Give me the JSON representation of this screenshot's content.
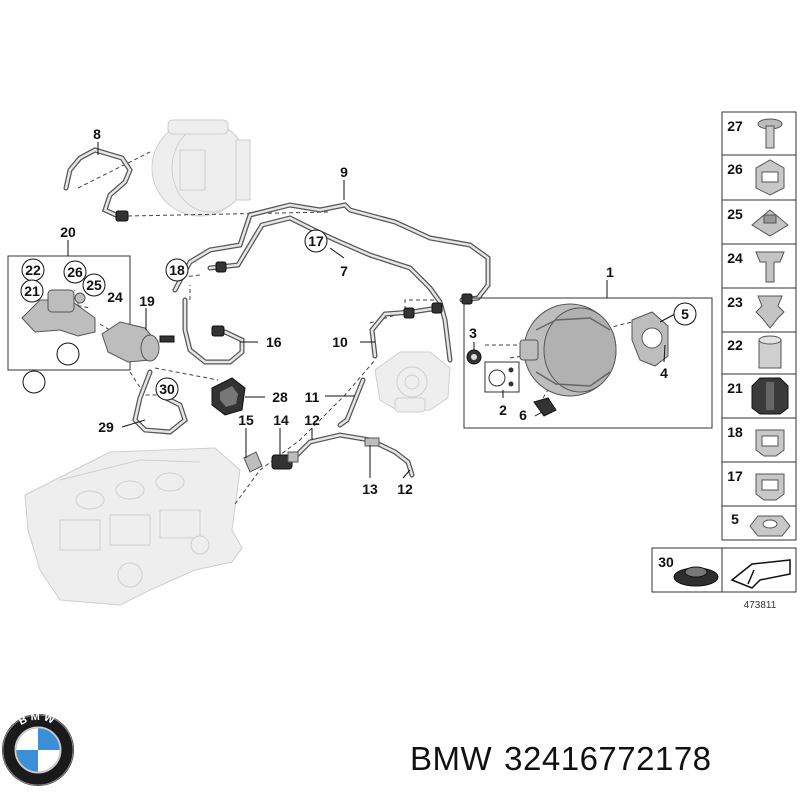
{
  "diagram": {
    "reference_code": "473811",
    "callouts": {
      "c1": "1",
      "c2": "2",
      "c3": "3",
      "c4": "4",
      "c5": "5",
      "c6": "6",
      "c7": "7",
      "c8": "8",
      "c9": "9",
      "c10": "10",
      "c11": "11",
      "c12a": "12",
      "c12b": "12",
      "c13": "13",
      "c14": "14",
      "c15": "15",
      "c16": "16",
      "c17": "17",
      "c18": "18",
      "c19": "19",
      "c20": "20",
      "c21": "21",
      "c22": "22",
      "c23": "23",
      "c24": "24",
      "c25": "25",
      "c26": "26",
      "c27": "27",
      "c28": "28",
      "c29": "29",
      "c30": "30"
    },
    "side_panel": [
      "27",
      "26",
      "25",
      "24",
      "23",
      "22",
      "21",
      "18",
      "17",
      "5"
    ],
    "bottom_panel": "30"
  },
  "footer": {
    "brand": "BMW",
    "part_number": "32416772178"
  },
  "logo": {
    "text": "BMW",
    "colors": {
      "ring": "#1a1a1a",
      "blue": "#3a8fd6",
      "white": "#ffffff"
    }
  }
}
